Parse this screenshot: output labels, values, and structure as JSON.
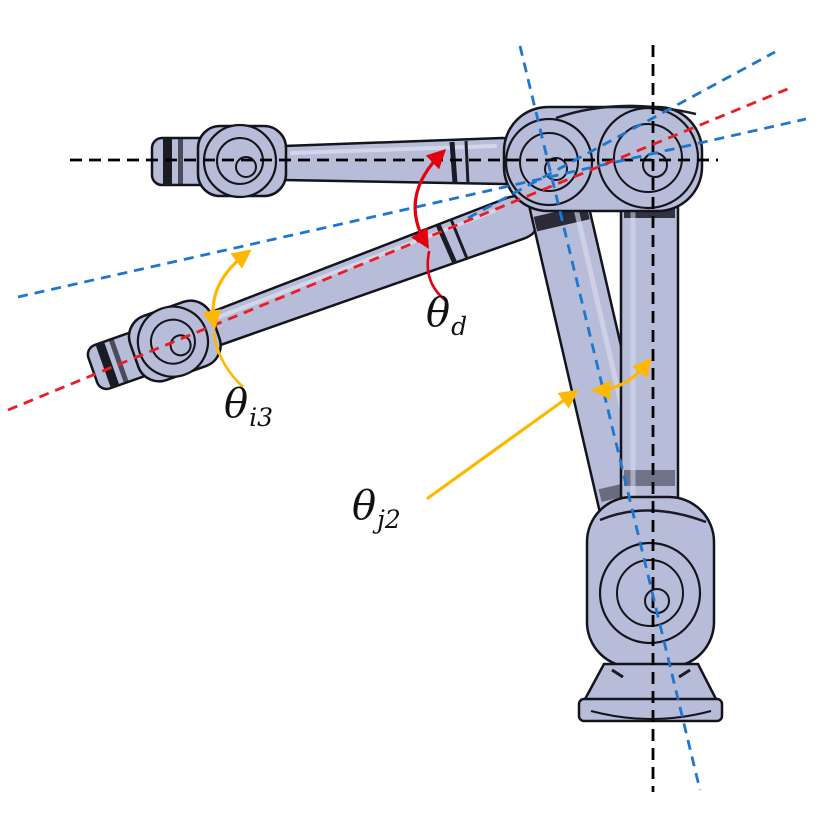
{
  "figure": {
    "description": "Robot manipulator joint angle definition diagram"
  },
  "labels": {
    "theta_d": {
      "base": "θ",
      "sub": "d"
    },
    "theta_i3": {
      "base": "θ",
      "sub": "i3"
    },
    "theta_j2": {
      "base": "θ",
      "sub": "j2"
    }
  },
  "colors": {
    "background": "#ffffff",
    "label_text": "#111111",
    "axis_black": "#000000",
    "axis_blue": "#1d76cf",
    "axis_red": "#ec1c24",
    "arrow_red": "#e3000f",
    "arrow_yellow": "#ffb800",
    "robot_body": "#b7bcd8",
    "robot_body_light": "#dadcee",
    "robot_dark": "#1b1b26",
    "robot_outline": "#14141c"
  }
}
